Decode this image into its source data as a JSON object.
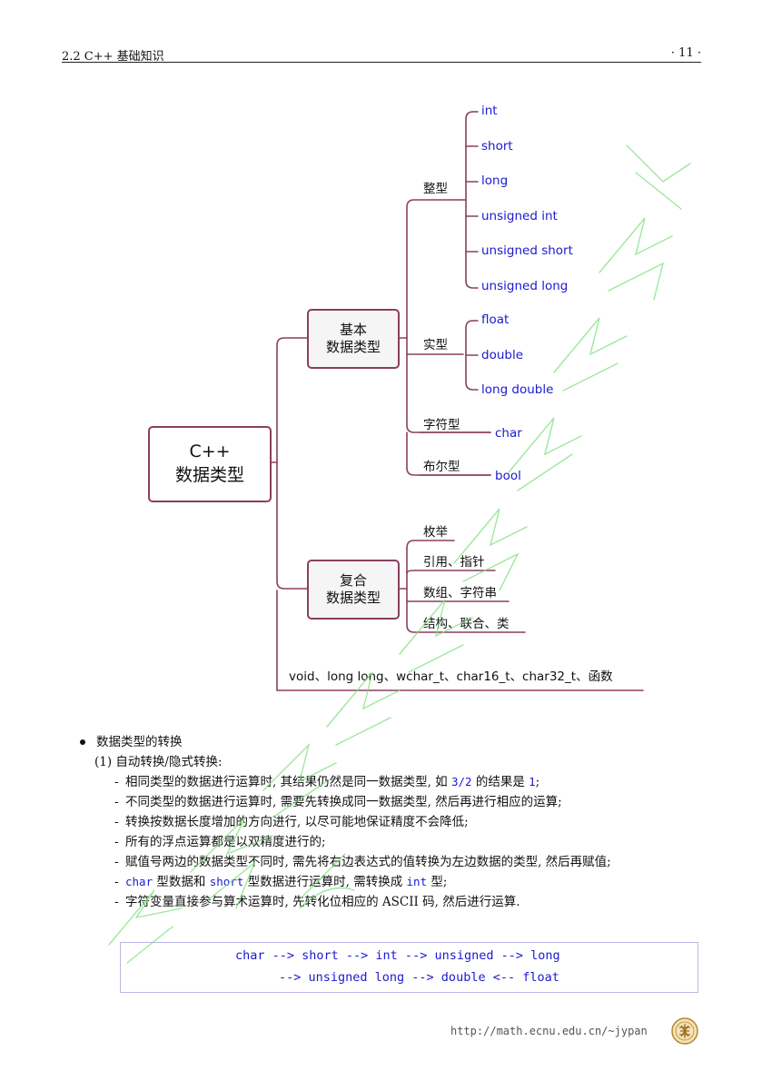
{
  "header": {
    "section": "2.2  C++ 基础知识",
    "page": "· 11 ·"
  },
  "mindmap": {
    "root": "C++\n数据类型",
    "basic": "基本\n数据类型",
    "compound": "复合\n数据类型",
    "integer_label": "整型",
    "integer_types": [
      "int",
      "short",
      "long",
      "unsigned int",
      "unsigned short",
      "unsigned long"
    ],
    "real_label": "实型",
    "real_types": [
      "float",
      "double",
      "long double"
    ],
    "char_label": "字符型",
    "char_type": "char",
    "bool_label": "布尔型",
    "bool_type": "bool",
    "compound_items": [
      "枚举",
      "引用、指针",
      "数组、字符串",
      "结构、联合、类"
    ],
    "other": "void、long long、wchar_t、char16_t、char32_t、函数"
  },
  "conversion": {
    "title": "数据类型的转换",
    "subtitle": "(1) 自动转换/隐式转换:",
    "items": [
      {
        "pre": "相同类型的数据进行运算时, 其结果仍然是同一数据类型, 如 ",
        "code1": "3/2",
        "mid": " 的结果是 ",
        "code2": "1",
        "post": ";"
      },
      {
        "text": "不同类型的数据进行运算时, 需要先转换成同一数据类型, 然后再进行相应的运算;"
      },
      {
        "text": "转换按数据长度增加的方向进行, 以尽可能地保证精度不会降低;"
      },
      {
        "text": "所有的浮点运算都是以双精度进行的;"
      },
      {
        "text": "赋值号两边的数据类型不同时, 需先将右边表达式的值转换为左边数据的类型, 然后再赋值;"
      },
      {
        "code1": "char",
        "a": " 型数据和 ",
        "code2": "short",
        "b": " 型数据进行运算时, 需转换成 ",
        "code3": "int",
        "c": " 型;"
      },
      {
        "text": "字符变量直接参与算术运算时, 先转化位相应的 ASCII 码, 然后进行运算."
      }
    ],
    "code_lines": [
      "char --> short --> int --> unsigned --> long",
      "--> unsigned long --> double <-- float"
    ]
  },
  "footer": {
    "url": "http://math.ecnu.edu.cn/~jypan"
  },
  "colors": {
    "node_border": "#8b3e60",
    "type_text": "#1a1ad0",
    "watermark": "#7ee07e"
  }
}
